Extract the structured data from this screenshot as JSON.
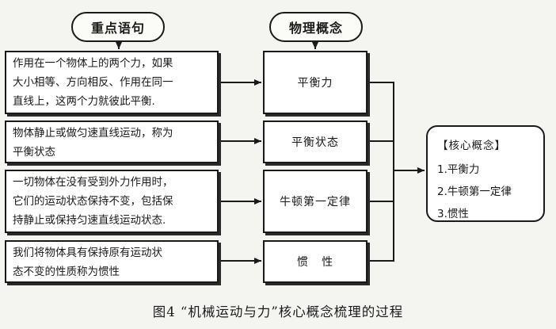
{
  "headers": {
    "left": "重点语句",
    "middle": "物理概念"
  },
  "sentences": [
    [
      "作用在一个物体上的两个力，如果",
      "大小相等、方向相反、作用在同一",
      "直线上，这两个力就彼此平衡."
    ],
    [
      "物体静止或做匀速直线运动，称为",
      "平衡状态"
    ],
    [
      "一切物体在没有受到外力作用时，",
      "它们的运动状态保持不变，包括保",
      "持静止或保持匀速直线运动状态."
    ],
    [
      "我们将物体具有保持原有运动状",
      "态不变的性质称为惯性"
    ]
  ],
  "concepts": [
    "平衡力",
    "平衡状态",
    "牛顿第一定律",
    "惯   性"
  ],
  "core": {
    "title": "【核心概念】",
    "items": [
      "1.平衡力",
      "2.牛顿第一定律",
      "3.惯性"
    ]
  },
  "caption": "图4  “机械运动与力”核心概念梳理的过程"
}
